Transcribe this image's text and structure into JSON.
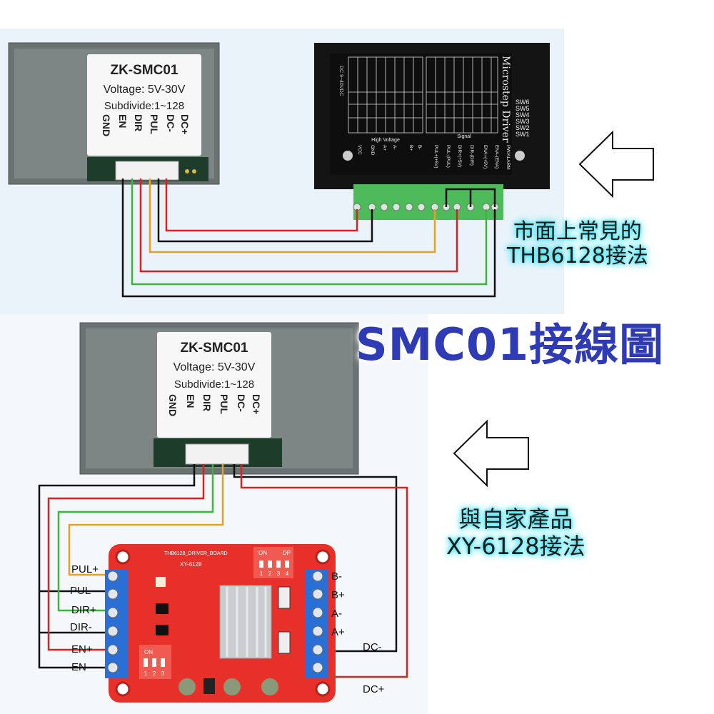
{
  "title": "SMC01接線圖",
  "callout_top": {
    "line1": "市面上常見的",
    "line2": "THB6128接法"
  },
  "callout_bottom": {
    "line1": "與自家產品",
    "line2": "XY-6128接法"
  },
  "smc01_label": {
    "model": "ZK-SMC01",
    "voltage": "Voltage: 5V-30V",
    "subdivide": "Subdivide:1~128",
    "pins": [
      "DC+",
      "DC-",
      "PUL",
      "DIR",
      "EN",
      "GND"
    ]
  },
  "thb6128_driver": {
    "name": "Microstep Driver",
    "switches": [
      "SW6",
      "SW5",
      "SW4",
      "SW3",
      "SW2",
      "SW1"
    ],
    "group_high_voltage": "High Voltage",
    "group_signal": "Signal",
    "terminals": [
      "VCC",
      "GND",
      "A+",
      "A-",
      "B+",
      "B-",
      "PUL+(+5V)",
      "PUL-(PUL)",
      "DIR+(+5V)",
      "DIR-(DIR)",
      "ENA+(+5V)",
      "ENA-(ENA)"
    ],
    "alarm": "PW/ALARM",
    "side_text": "DC 9~40VDC"
  },
  "xy6128_board": {
    "silk_title": "THB6128_DRIVER_BOARD",
    "model": "XY-6128",
    "dip_right": {
      "on": "ON",
      "dp": "DP",
      "numbers": [
        "1",
        "2",
        "3",
        "4"
      ]
    },
    "dip_left": {
      "on": "ON",
      "numbers": [
        "1",
        "2",
        "3"
      ]
    },
    "left_labels": [
      "PUL+",
      "PUL-",
      "DIR+",
      "DIR-",
      "EN+",
      "EN-"
    ],
    "right_labels": [
      "B-",
      "B+",
      "A-",
      "A+"
    ],
    "power_labels": [
      "DC-",
      "DC+"
    ]
  },
  "colors": {
    "wire_red": "#e02020",
    "wire_black": "#111111",
    "wire_green": "#3bb53b",
    "wire_orange": "#e8a020",
    "board_red": "#e8302a",
    "terminal_blue": "#2a6fd6",
    "title_blue": "#2e3bb5",
    "glow_cyan": "#3fe3f0"
  }
}
